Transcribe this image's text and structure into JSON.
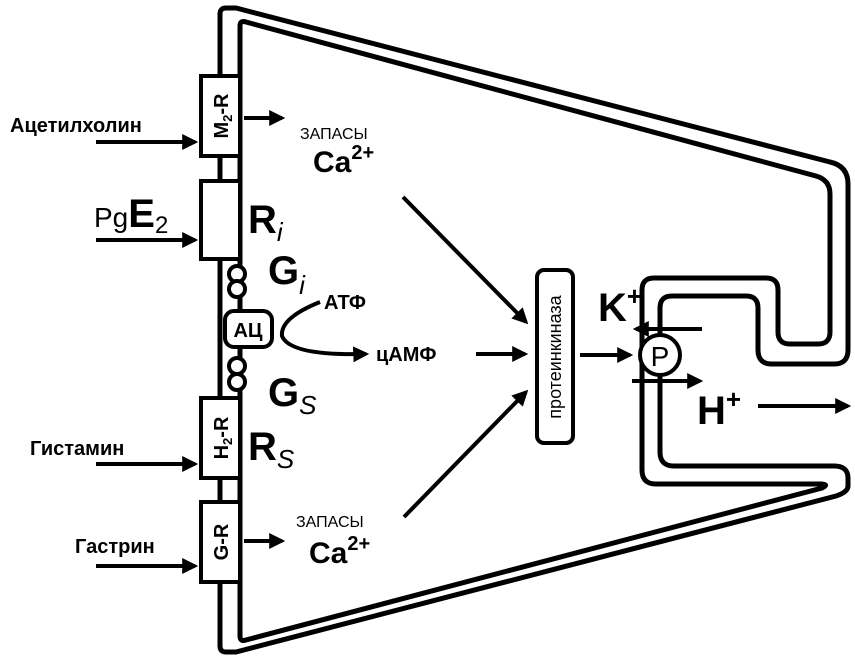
{
  "inputs": {
    "acetylcholine": "Ацетилхолин",
    "pge2_prefix": "Pg",
    "pge2_letter": "E",
    "pge2_sub": "2",
    "histamine": "Гистамин",
    "gastrin": "Гастрин"
  },
  "receptors": {
    "m2": {
      "base": "M",
      "sub": "2",
      "tail": "-R"
    },
    "h2": {
      "base": "H",
      "sub": "2",
      "tail": "-R"
    },
    "g": "G-R",
    "ri": {
      "base": "R",
      "sub": "i"
    },
    "rs": {
      "base": "R",
      "sub": "S"
    }
  },
  "gproteins": {
    "gi": {
      "base": "G",
      "sub": "i"
    },
    "gs": {
      "base": "G",
      "sub": "S"
    }
  },
  "enzymes": {
    "adenylate_cyclase": "АЦ",
    "protein_kinase": "протеинкиназа",
    "pump": "P"
  },
  "molecules": {
    "atp": "АТФ",
    "camp": "цАМФ",
    "calcium_stores_top": {
      "label": "ЗАПАСЫ",
      "ion": "Ca",
      "charge": "2+"
    },
    "calcium_stores_bottom": {
      "label": "ЗАПАСЫ",
      "ion": "Ca",
      "charge": "2+"
    },
    "potassium": {
      "ion": "K",
      "charge": "+"
    },
    "hydrogen": {
      "ion": "H",
      "charge": "+"
    }
  }
}
